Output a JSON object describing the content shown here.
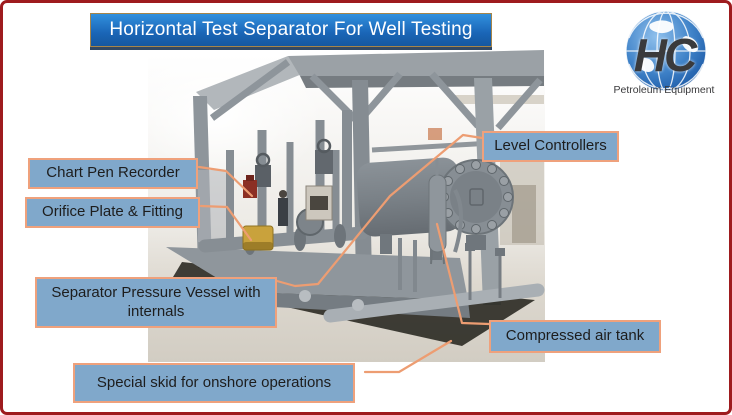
{
  "page": {
    "border_color": "#9e1b1e",
    "background_color": "#ffffff"
  },
  "title_banner": {
    "text": "Horizontal Test Separator For Well Testing",
    "bg_color_top": "#3190dd",
    "bg_color_bottom": "#15589f",
    "text_color": "#ffffff"
  },
  "logo": {
    "monogram": "HC",
    "subtitle": "Petroleum Equipment",
    "globe_color": "#3f82c8",
    "text_color": "#3a3a3c"
  },
  "callout_style": {
    "fill": "#80a8cb",
    "border": "#efa17c",
    "text_color": "#1d1d1d",
    "leader_color": "#ed9d72"
  },
  "callouts": [
    {
      "id": "chart-pen-recorder",
      "label": "Chart Pen Recorder"
    },
    {
      "id": "orifice-plate-fitting",
      "label": "Orifice Plate & Fitting"
    },
    {
      "id": "level-controllers",
      "label": "Level Controllers"
    },
    {
      "id": "separator-pressure-vessel",
      "label": "Separator Pressure Vessel with internals"
    },
    {
      "id": "compressed-air-tank",
      "label": "Compressed air tank"
    },
    {
      "id": "special-skid",
      "label": "Special skid for onshore operations"
    }
  ]
}
